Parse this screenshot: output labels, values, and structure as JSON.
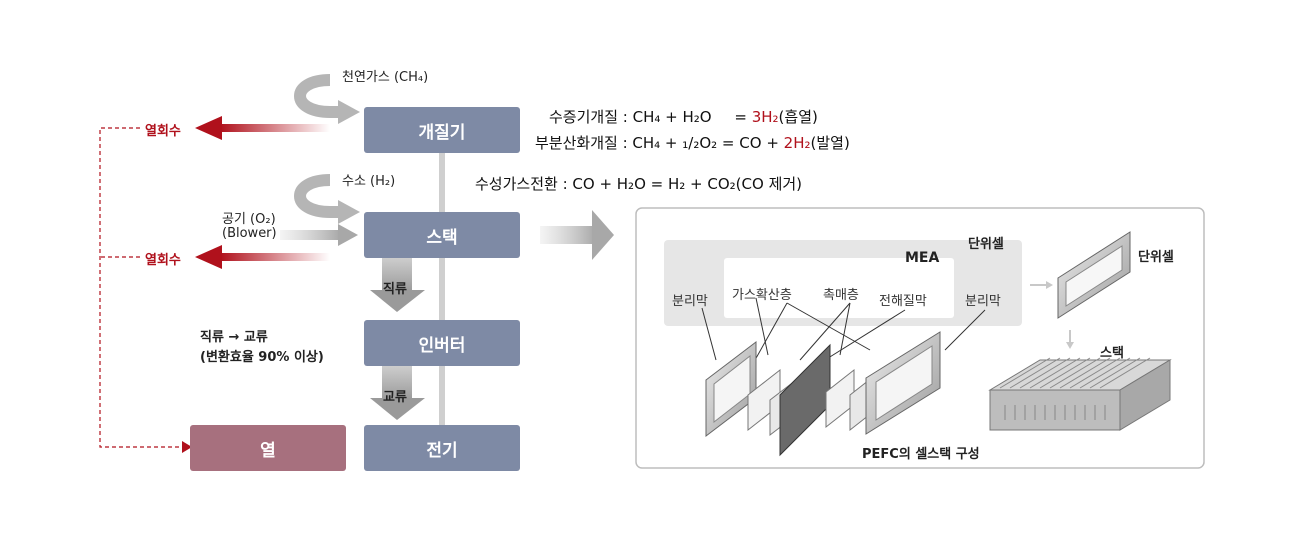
{
  "flow": {
    "natural_gas": "천연가스 (CH₄)",
    "reformer": "개질기",
    "hydrogen": "수소 (H₂)",
    "air": "공기 (O₂)",
    "blower": "(Blower)",
    "stack": "스택",
    "dc": "직류",
    "inverter_note1": "직류 → 교류",
    "inverter_note2": "(변환효율 90% 이상)",
    "inverter": "인버터",
    "ac": "교류",
    "electricity": "전기",
    "heat": "열",
    "heat_recovery_1": "열회수",
    "heat_recovery_2": "열회수"
  },
  "equations": {
    "steam_reforming_label": "수증기개질 : CH₄ + H₂O",
    "steam_reforming_eq": "=",
    "steam_reforming_product": "3H₂",
    "steam_reforming_suffix": "(흡열)",
    "partial_ox_label": "부분산화개질 : CH₄ + ₁/₂O₂ = CO +",
    "partial_ox_product": "2H₂",
    "partial_ox_suffix": "(발열)",
    "water_gas_shift": "수성가스전환 : CO + H₂O = H₂ + CO₂(CO 제거)"
  },
  "pefc_panel": {
    "unit_cell_group": "단위셀",
    "mea": "MEA",
    "separator_left": "분리막",
    "gas_diffusion": "가스확산층",
    "catalyst": "촉매층",
    "electrolyte": "전해질막",
    "separator_right": "분리막",
    "unit_cell": "단위셀",
    "stack": "스택",
    "caption": "PEFC의 셀스택 구성"
  },
  "colors": {
    "process_box": "#7e8aa5",
    "heat_box": "#a7707e",
    "red_arrow": "#b0111c",
    "gray_arrow": "#b5b5b5"
  }
}
